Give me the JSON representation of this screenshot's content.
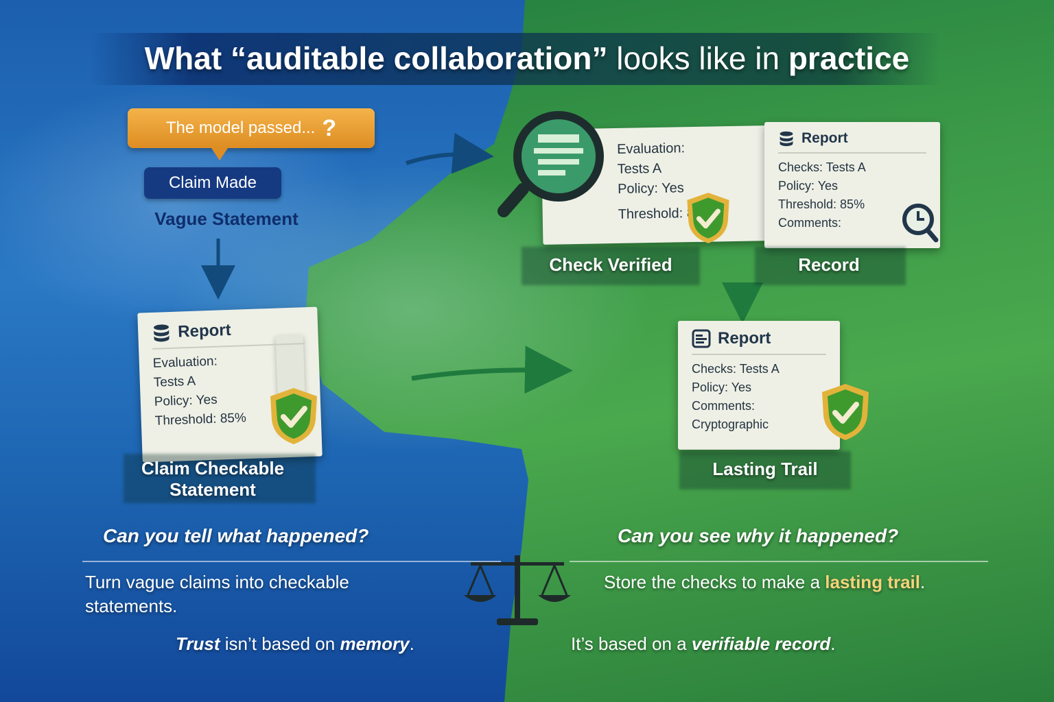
{
  "title": {
    "part1": "What “auditable collaboration”",
    "part2": "looks like in",
    "part3": "practice"
  },
  "left": {
    "bubble_text": "The model passed...",
    "bubble_mark": "?",
    "claim_pill": "Claim Made",
    "vague_label": "Vague Statement",
    "report": {
      "title": "Report",
      "lines": [
        "Evaluation:",
        "Tests A",
        "Policy:  Yes",
        "Threshold: 85%"
      ]
    },
    "caption_line1": "Claim Checkable",
    "caption_line2": "Statement",
    "question": "Can you tell what happened?",
    "body": "Turn vague claims into checkable statements.",
    "trust_word": "Trust",
    "trust_mid": "isn’t based on",
    "trust_end": "memory",
    "trust_period": "."
  },
  "right": {
    "verify_card": {
      "lines": [
        "Evaluation:",
        "Tests A",
        "Policy: Yes",
        "Threshold: 85"
      ]
    },
    "verify_caption": "Check Verified",
    "record_card": {
      "title": "Report",
      "lines": [
        "Checks:  Tests A",
        "Policy:    Yes",
        "Threshold: 85%",
        "Comments:"
      ]
    },
    "record_caption": "Record",
    "trail_card": {
      "title": "Report",
      "lines": [
        "Checks:  Tests A",
        "Policy:     Yes",
        "Comments:",
        "Cryptographic"
      ]
    },
    "trail_caption": "Lasting Trail",
    "question": "Can you see why it happened?",
    "body_start": "Store the checks to make a",
    "body_highlight": "lasting trail",
    "body_end": ".",
    "record_start": "It’s based on a",
    "record_em": "verifiable record",
    "record_end": "."
  },
  "colors": {
    "blue_bg": "#1c63b0",
    "green_bg": "#3b9a48",
    "bubble": "#e9a035",
    "pill": "#153a82",
    "shield_green": "#3f9a2e",
    "shield_gold": "#e2b33a",
    "highlight_text": "#f6d27a"
  },
  "icons": [
    "database-icon",
    "magnifier-icon",
    "shield-check-icon",
    "clock-search-icon",
    "scale-icon",
    "arrow-icon",
    "document-icon"
  ]
}
